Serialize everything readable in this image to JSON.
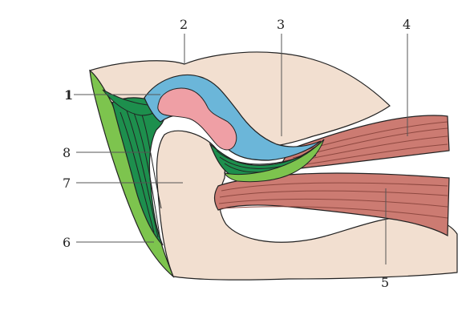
{
  "labels": {
    "l1": "1",
    "l2": "2",
    "l3": "3",
    "l4": "4",
    "l5": "5",
    "l6": "6",
    "l7": "7",
    "l8": "8"
  },
  "colors": {
    "bone": "#f2dfd0",
    "disc": "#6bb6d9",
    "synovial": "#ef9fa5",
    "ligament": "#7dc44e",
    "capsule": "#1d8f4d",
    "muscle": "#cc7b72",
    "muscle_line": "#8e4840",
    "outline": "#222222"
  }
}
